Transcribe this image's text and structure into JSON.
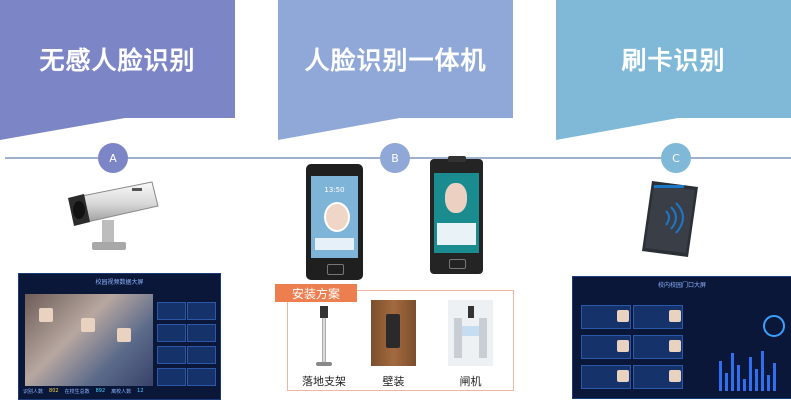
{
  "sections": [
    {
      "id": "a",
      "title": "无感人脸识别",
      "marker": "A",
      "color": "#7c86c6"
    },
    {
      "id": "b",
      "title": "人脸识别一体机",
      "marker": "B",
      "color": "#8fa8d8"
    },
    {
      "id": "c",
      "title": "刷卡识别",
      "marker": "C",
      "color": "#80b9d8"
    }
  ],
  "device_b1": {
    "time": "13:50"
  },
  "install": {
    "tag": "安装方案",
    "options": [
      "落地支架",
      "壁装",
      "闸机"
    ]
  },
  "screen_a": {
    "title": "校园视频数据大屏",
    "footer_left_label": "识别人数",
    "footer_left_value": "802",
    "footer_mid_label": "在校生总数",
    "footer_mid_value": "892",
    "footer_right_label": "离校人数",
    "footer_right_value": "12"
  },
  "screen_c": {
    "title": "校内校园门口大屏"
  }
}
